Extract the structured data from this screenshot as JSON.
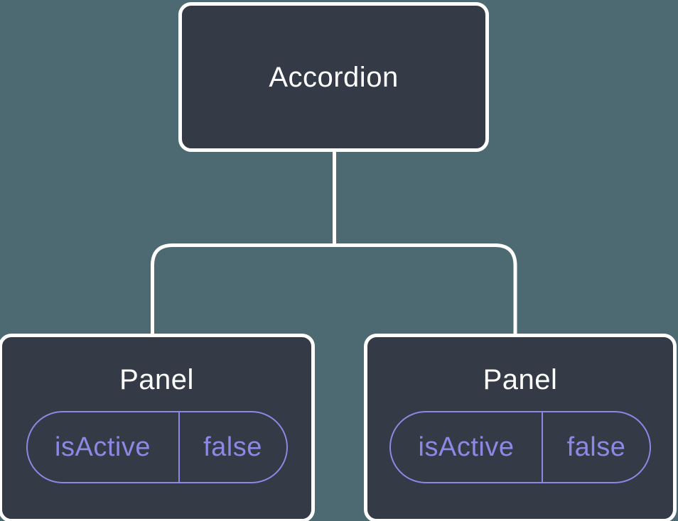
{
  "diagram": {
    "type": "component-tree",
    "root": {
      "title": "Accordion"
    },
    "children": [
      {
        "title": "Panel",
        "state": {
          "name": "isActive",
          "value": "false"
        }
      },
      {
        "title": "Panel",
        "state": {
          "name": "isActive",
          "value": "false"
        }
      }
    ],
    "colors": {
      "background": "#4D6972",
      "node_fill": "#343A46",
      "node_border": "#FFFFFF",
      "connector": "#FFFFFF",
      "state_accent": "#8B89E4",
      "title_text": "#FFFFFF"
    }
  }
}
